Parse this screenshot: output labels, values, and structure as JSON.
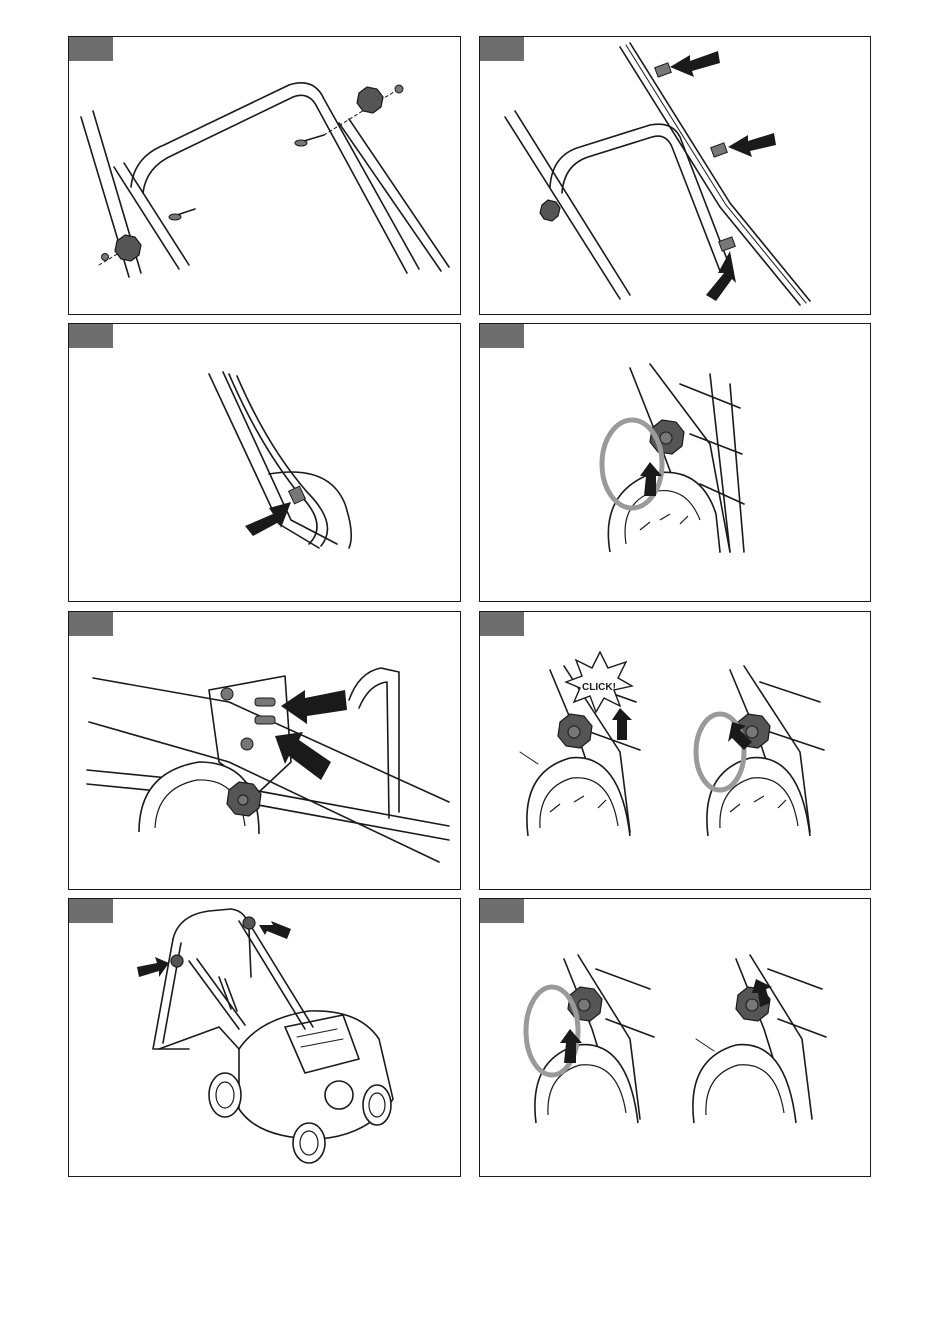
{
  "panels": [
    {
      "id": "panel-1",
      "illustration": "handle-assembly-bolts-knobs"
    },
    {
      "id": "panel-2",
      "illustration": "cable-clips-on-handle"
    },
    {
      "id": "panel-3",
      "illustration": "cable-routing-clip"
    },
    {
      "id": "panel-4",
      "illustration": "rotate-knob-loosen"
    },
    {
      "id": "panel-5",
      "illustration": "handle-bracket-slots"
    },
    {
      "id": "panel-6",
      "illustration": "knob-click-and-rotate"
    },
    {
      "id": "panel-7",
      "illustration": "mower-handle-knobs"
    },
    {
      "id": "panel-8",
      "illustration": "rotate-and-push-knob"
    }
  ],
  "labels": {
    "click": "CLICK!"
  },
  "colors": {
    "tab": "#6e6e6e",
    "line": "#1a1a1a",
    "ring": "#9a9a9a"
  }
}
